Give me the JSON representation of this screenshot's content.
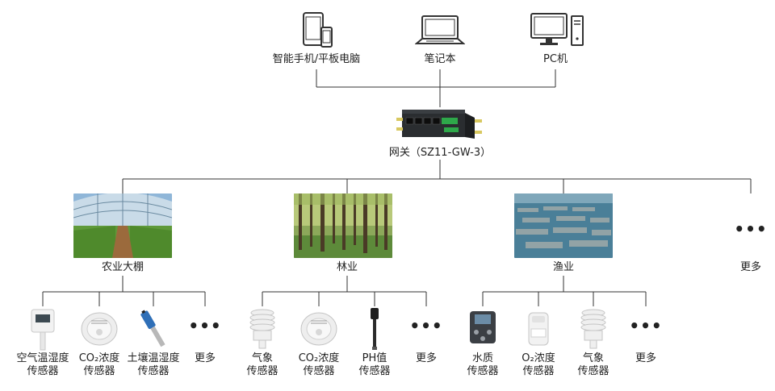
{
  "devices": {
    "phone_tablet": "智能手机/平板电脑",
    "laptop": "笔记本",
    "pc": "PC机"
  },
  "gateway": {
    "label": "网关（SZ11-GW-3）"
  },
  "sectors": {
    "agriculture": "农业大棚",
    "forestry": "林业",
    "fishery": "渔业",
    "more": "更多",
    "more_dots": "•••"
  },
  "agri_sensors": [
    {
      "line1": "空气温湿度",
      "line2": "传感器"
    },
    {
      "line1": "CO₂浓度",
      "line2": "传感器"
    },
    {
      "line1": "土壤温湿度",
      "line2": "传感器"
    },
    {
      "line1": "更多",
      "line2": ""
    }
  ],
  "forest_sensors": [
    {
      "line1": "气象",
      "line2": "传感器"
    },
    {
      "line1": "CO₂浓度",
      "line2": "传感器"
    },
    {
      "line1": "PH值",
      "line2": "传感器"
    },
    {
      "line1": "更多",
      "line2": ""
    }
  ],
  "fish_sensors": [
    {
      "line1": "水质",
      "line2": "传感器"
    },
    {
      "line1": "O₂浓度",
      "line2": "传感器"
    },
    {
      "line1": "气象",
      "line2": "传感器"
    },
    {
      "line1": "更多",
      "line2": ""
    }
  ],
  "colors": {
    "line": "#333333",
    "gateway_body": "#2a2d30",
    "terminal_green": "#2ea84a"
  }
}
